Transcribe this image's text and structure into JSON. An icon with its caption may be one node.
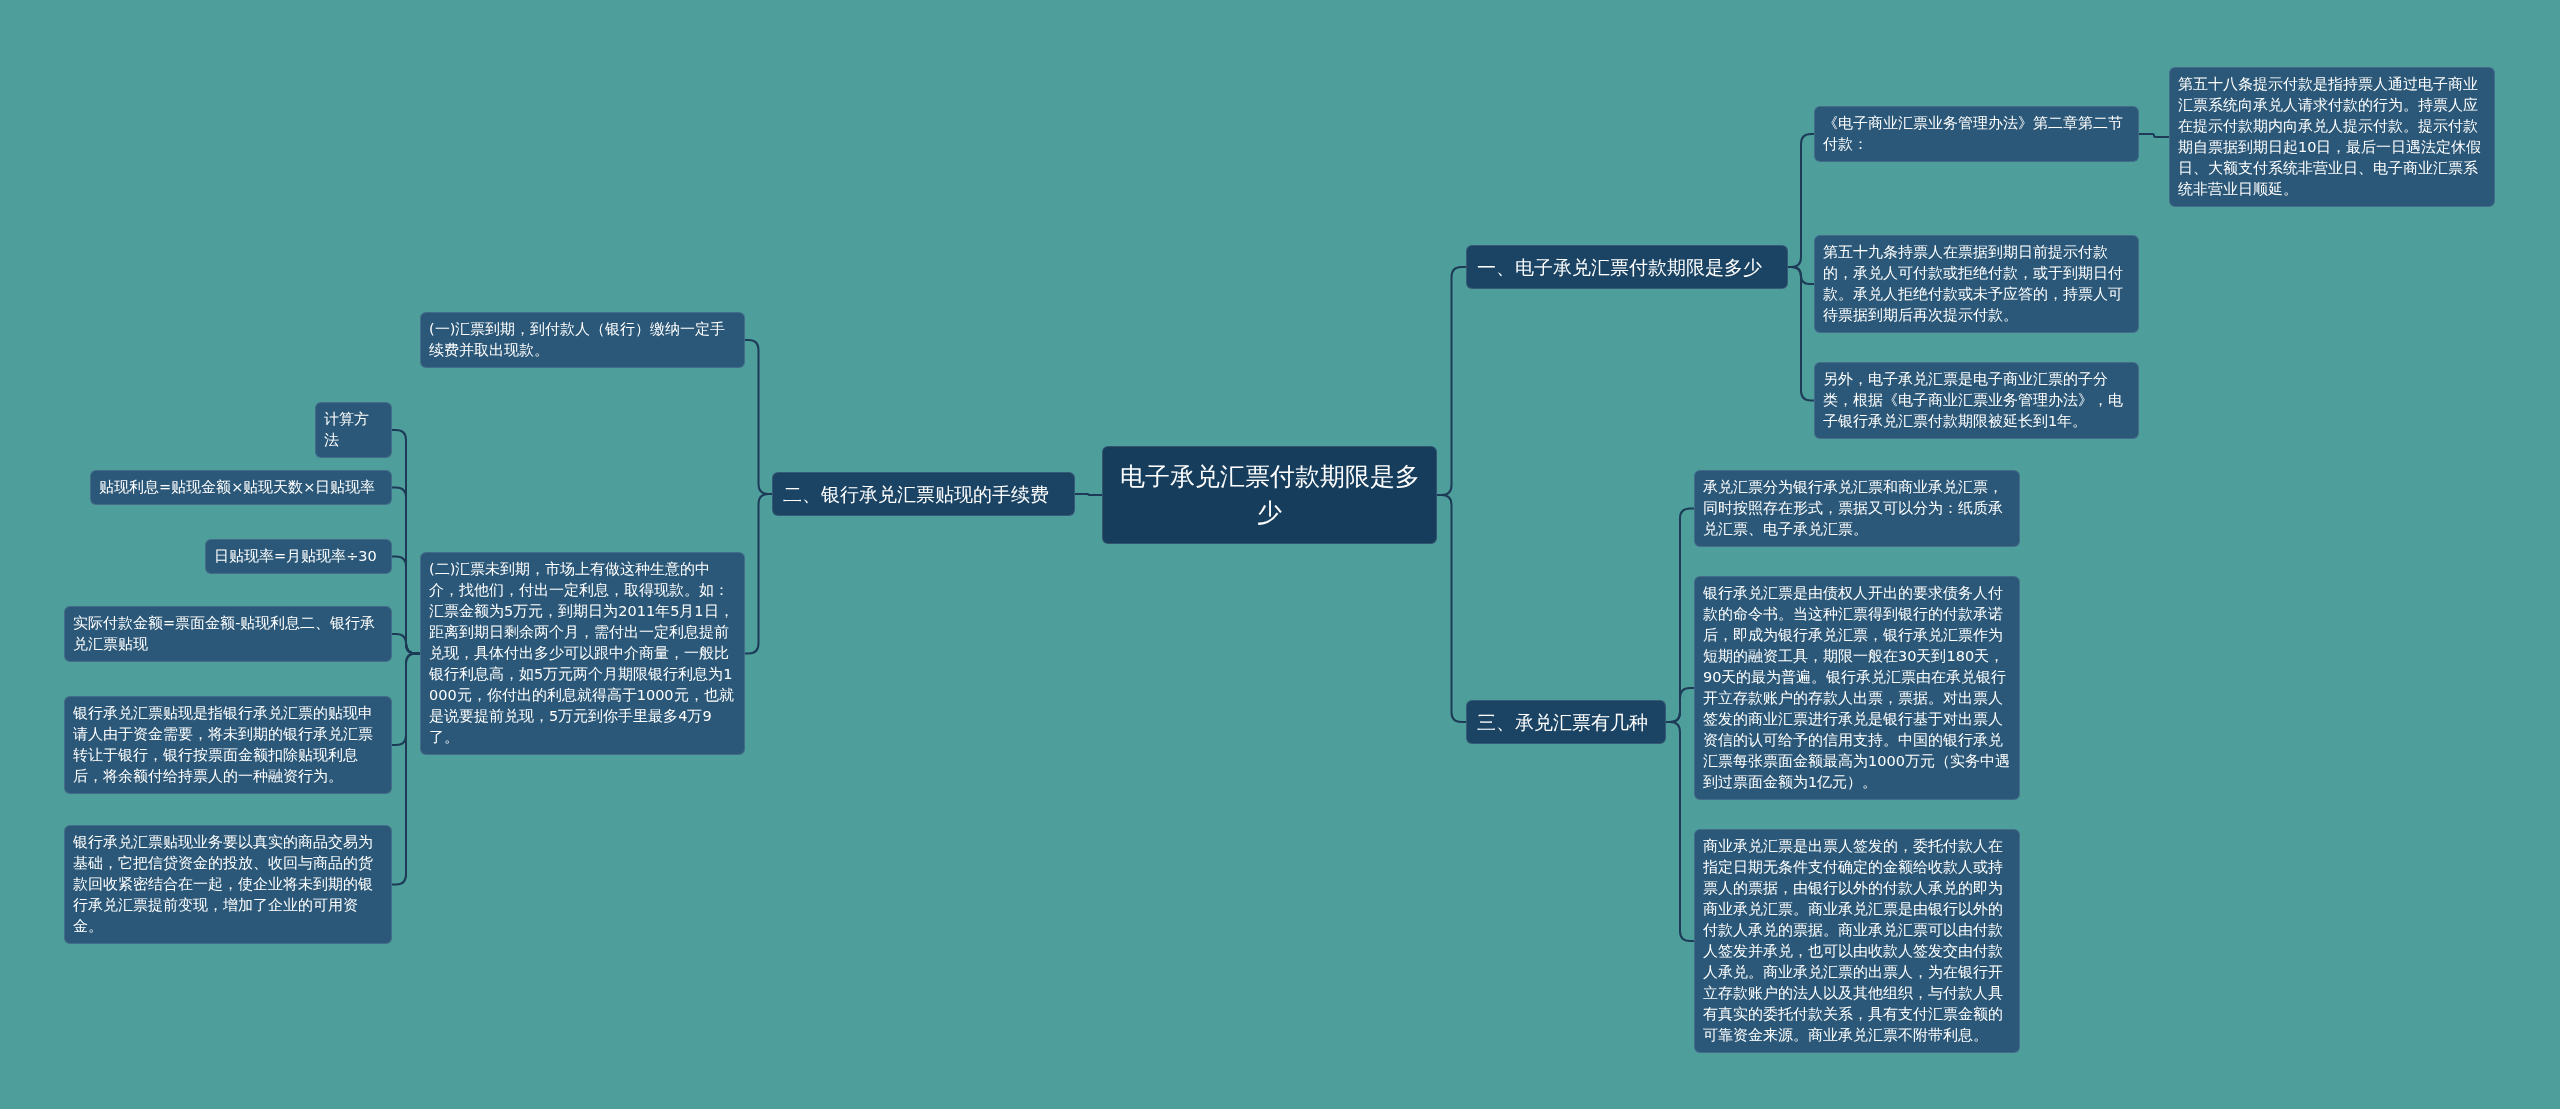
{
  "diagram": {
    "nodes": [
      {
        "text": [
          "电子承兑汇票付款期限是多少"
        ]
      },
      {
        "text": [
          "一、电子承兑汇票付款期限是多少"
        ]
      },
      {
        "text": [
          "《电子商业汇票业务管理办法》第二章第二节付款："
        ]
      },
      {
        "text": [
          "第五十八条提示付款是指持票人通过电子商业汇票系统向承兑人请求付款的行为。持票人应在提示付款期内向承兑人提示付款。提示付款期自票据到期日起10日，最后一日遇法定休假日、大额支付系统非营业日、电子商业汇票系统非营业日顺延。"
        ]
      },
      {
        "text": [
          "第五十九条持票人在票据到期日前提示付款的，承兑人可付款或拒绝付款，或于到期日付款。承兑人拒绝付款或未予应答的，持票人可待票据到期后再次提示付款。"
        ]
      },
      {
        "text": [
          "另外，电子承兑汇票是电子商业汇票的子分类，根据《电子商业汇票业务管理办法》，电子银行承兑汇票付款期限被延长到1年。"
        ]
      },
      {
        "text": [
          "三、承兑汇票有几种"
        ]
      },
      {
        "text": [
          "承兑汇票分为银行承兑汇票和商业承兑汇票，同时按照存在形式，票据又可以分为：纸质承兑汇票、电子承兑汇票。"
        ]
      },
      {
        "text": [
          "银行承兑汇票是由债权人开出的要求债务人付款的命令书。当这种汇票得到银行的付款承诺后，即成为银行承兑汇票，银行承兑汇票作为短期的融资工具，期限一般在30天到180天，90天的最为普遍。银行承兑汇票由在承兑银行开立存款账户的存款人出票，票据。对出票人签发的商业汇票进行承兑是银行基于对出票人资信的认可给予的信用支持。中国的银行承兑汇票每张票面金额最高为1000万元（实务中遇到过票面金额为1亿元）。"
        ]
      },
      {
        "text": [
          "商业承兑汇票是出票人签发的，委托付款人在指定日期无条件支付确定的金额给收款人或持票人的票据，由银行以外的付款人承兑的即为商业承兑汇票。商业承兑汇票是由银行以外的付款人承兑的票据。商业承兑汇票可以由付款人签发并承兑，也可以由收款人签发交由付款人承兑。商业承兑汇票的出票人，为在银行开立存款账户的法人以及其他组织，与付款人具有真实的委托付款关系，具有支付汇票金额的可靠资金来源。商业承兑汇票不附带利息。"
        ]
      },
      {
        "text": [
          "二、银行承兑汇票贴现的手续费"
        ]
      },
      {
        "text": [
          "(一)汇票到期，到付款人（银行）缴纳一定手续费并取出现款。"
        ]
      },
      {
        "text": [
          "(二)汇票未到期，市场上有做这种生意的中介，找他们，付出一定利息，取得现款。如：汇票金额为5万元，到期日为2011年5月1日，距离到期日剩余两个月，需付出一定利息提前兑现，具体付出多少可以跟中介商量，一般比银行利息高，如5万元两个月期限银行利息为1000元，你付出的利息就得高于1000元，也就是说要提前兑现，5万元到你手里最多4万9了。"
        ]
      },
      {
        "text": [
          "计算方法"
        ]
      },
      {
        "text": [
          "贴现利息=贴现金额×贴现天数×日贴现率"
        ]
      },
      {
        "text": [
          "日贴现率=月贴现率÷30"
        ]
      },
      {
        "text": [
          "实际付款金额=票面金额-贴现利息二、银行承兑汇票贴现"
        ]
      },
      {
        "text": [
          "银行承兑汇票贴现是指银行承兑汇票的贴现申请人由于资金需要，将未到期的银行承兑汇票转让于银行，银行按票面金额扣除贴现利息后，将余额付给持票人的一种融资行为。"
        ]
      },
      {
        "text": [
          "银行承兑汇票贴现业务要以真实的商品交易为基础，它把信贷资金的投放、收回与商品的货款回收紧密结合在一起，使企业将未到期的银行承兑汇票提前变现，增加了企业的可用资金。"
        ]
      }
    ],
    "edges": [
      {
        "from": 0,
        "to": 1,
        "arrow": "none"
      },
      {
        "from": 1,
        "to": 2,
        "arrow": "none"
      },
      {
        "from": 2,
        "to": 3,
        "arrow": "none"
      },
      {
        "from": 1,
        "to": 4,
        "arrow": "none"
      },
      {
        "from": 1,
        "to": 5,
        "arrow": "none"
      },
      {
        "from": 0,
        "to": 6,
        "arrow": "none"
      },
      {
        "from": 6,
        "to": 7,
        "arrow": "none"
      },
      {
        "from": 6,
        "to": 8,
        "arrow": "none"
      },
      {
        "from": 6,
        "to": 9,
        "arrow": "none"
      },
      {
        "from": 0,
        "to": 10,
        "arrow": "none"
      },
      {
        "from": 10,
        "to": 11,
        "arrow": "none"
      },
      {
        "from": 10,
        "to": 12,
        "arrow": "none"
      },
      {
        "from": 12,
        "to": 13,
        "arrow": "none"
      },
      {
        "from": 12,
        "to": 14,
        "arrow": "none"
      },
      {
        "from": 12,
        "to": 15,
        "arrow": "none"
      },
      {
        "from": 12,
        "to": 16,
        "arrow": "none"
      },
      {
        "from": 12,
        "to": 17,
        "arrow": "none"
      },
      {
        "from": 12,
        "to": 18,
        "arrow": "none"
      }
    ]
  }
}
